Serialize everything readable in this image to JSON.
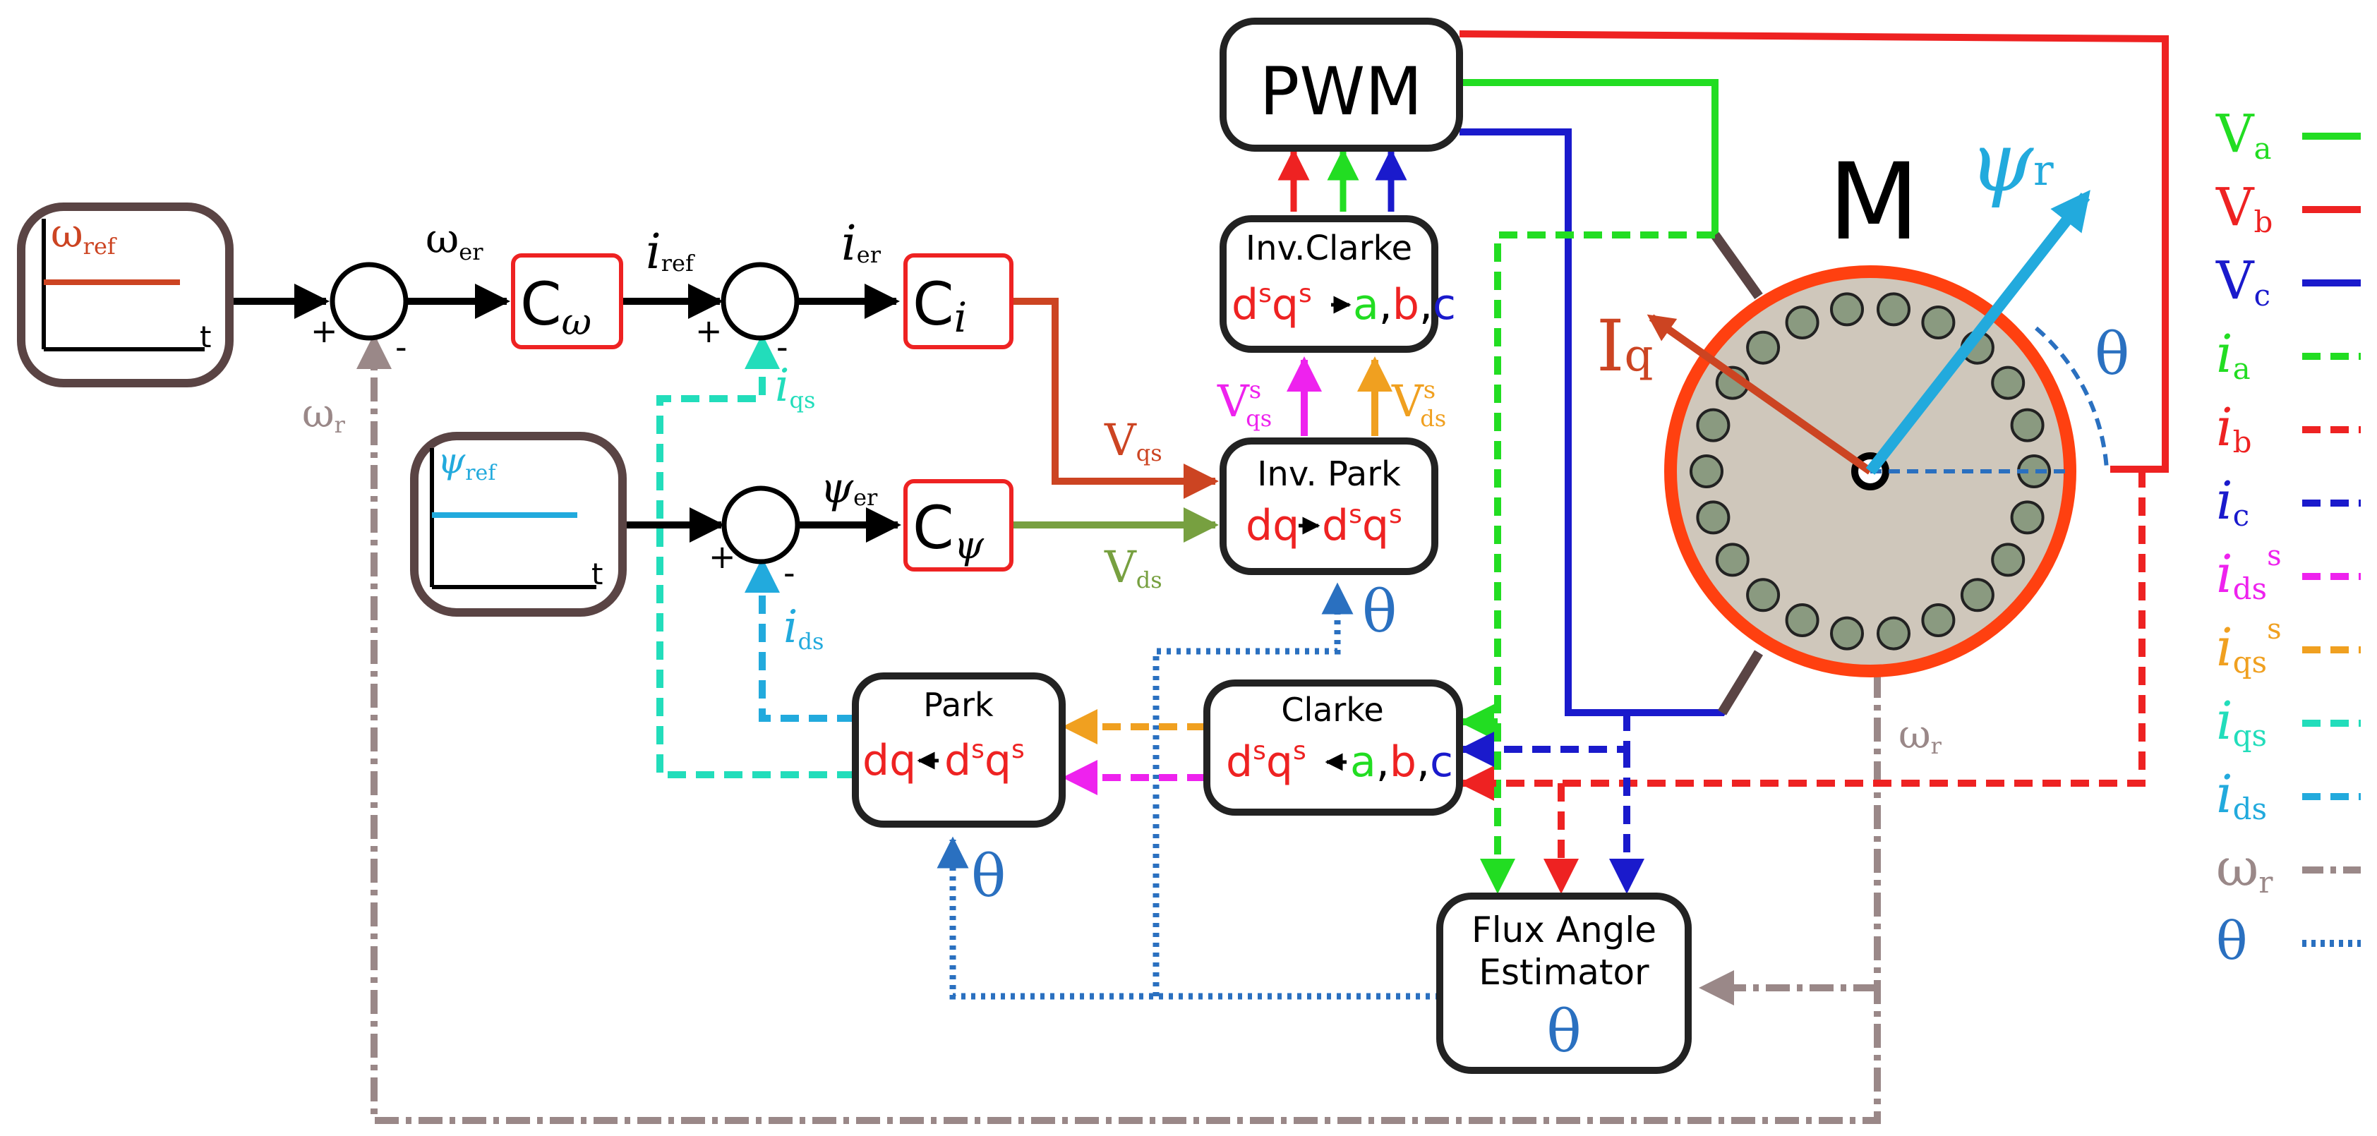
{
  "sources": {
    "omega_ref": {
      "sym": "ω",
      "sub": "ref",
      "axis": "t"
    },
    "psi_ref": {
      "sym": "ψ",
      "sub": "ref",
      "axis": "t"
    }
  },
  "blocks": {
    "c_omega": {
      "main": "C",
      "sub": "ω"
    },
    "c_i": {
      "main": "C",
      "sub": "i"
    },
    "c_psi": {
      "main": "C",
      "sub": "ψ"
    },
    "pwm": {
      "title": "PWM"
    },
    "inv_clarke": {
      "title": "Inv.Clarke",
      "ds": "d",
      "qs": "q",
      "sup": "s",
      "a": "a",
      "b": "b",
      "c": "c",
      "comma": ","
    },
    "inv_park": {
      "title": "Inv. Park",
      "dq": "dq",
      "ds": "d",
      "qs": "q",
      "sup": "s"
    },
    "park": {
      "title": "Park",
      "dq": "dq",
      "ds": "d",
      "qs": "q",
      "sup": "s"
    },
    "clarke": {
      "title": "Clarke",
      "ds": "d",
      "qs": "q",
      "sup": "s",
      "a": "a",
      "b": "b",
      "c": "c",
      "comma": ","
    },
    "estimator": {
      "line1": "Flux Angle",
      "line2": "Estimator",
      "theta": "θ"
    }
  },
  "signals": {
    "omega_er": {
      "sym": "ω",
      "sub": "er"
    },
    "i_ref": {
      "sym": "i",
      "sub": "ref"
    },
    "i_er": {
      "sym": "i",
      "sub": "er"
    },
    "psi_er": {
      "sym": "ψ",
      "sub": "er"
    },
    "omega_r": {
      "sym": "ω",
      "sub": "r"
    },
    "i_qs": {
      "sym": "i",
      "sub": "qs"
    },
    "i_ds": {
      "sym": "i",
      "sub": "ds"
    },
    "v_qs": {
      "sym": "V",
      "sub": "qs"
    },
    "v_ds": {
      "sym": "V",
      "sub": "ds"
    },
    "v_qs_s": {
      "sym": "V",
      "sub": "qs",
      "sup": "s"
    },
    "v_ds_s": {
      "sym": "V",
      "sub": "ds",
      "sup": "s"
    },
    "theta": "θ",
    "plus": "+",
    "minus": "-"
  },
  "motor": {
    "label": "M",
    "iq": {
      "sym": "I",
      "sub": "q"
    },
    "psi_r": {
      "sym": "ψ",
      "sub": "r"
    },
    "theta": "θ",
    "omega_r": {
      "sym": "ω",
      "sub": "r"
    }
  },
  "legend": [
    {
      "sym": "V",
      "sub": "a",
      "sup": "",
      "color": "#22dd22",
      "style": "solid"
    },
    {
      "sym": "V",
      "sub": "b",
      "sup": "",
      "color": "#ee2222",
      "style": "solid"
    },
    {
      "sym": "V",
      "sub": "c",
      "sup": "",
      "color": "#1a1acc",
      "style": "solid"
    },
    {
      "sym": "i",
      "sub": "a",
      "sup": "",
      "color": "#22dd22",
      "style": "dashed"
    },
    {
      "sym": "i",
      "sub": "b",
      "sup": "",
      "color": "#ee2222",
      "style": "dashed"
    },
    {
      "sym": "i",
      "sub": "c",
      "sup": "",
      "color": "#1a1acc",
      "style": "dashed"
    },
    {
      "sym": "i",
      "sub": "ds",
      "sup": "s",
      "color": "#ee22ee",
      "style": "dashed"
    },
    {
      "sym": "i",
      "sub": "qs",
      "sup": "s",
      "color": "#f0a020",
      "style": "dashed"
    },
    {
      "sym": "i",
      "sub": "qs",
      "sup": "",
      "color": "#22ddbb",
      "style": "dashed"
    },
    {
      "sym": "i",
      "sub": "ds",
      "sup": "",
      "color": "#22aadd",
      "style": "dashed"
    },
    {
      "sym": "ω",
      "sub": "r",
      "sup": "",
      "color": "#9a8888",
      "style": "dashdot"
    },
    {
      "sym": "θ",
      "sub": "",
      "sup": "",
      "color": "#2a70c0",
      "style": "dotted"
    }
  ],
  "colors": {
    "red": "#ee2222",
    "green": "#22dd22",
    "blue": "#1a1acc",
    "orange": "#f0a020",
    "magenta": "#ee22ee",
    "cyan": "#22ddbb",
    "skyblue": "#22aadd",
    "gray": "#9a8888",
    "theta": "#2a70c0",
    "brownred": "#cc4422",
    "olive": "#77a040",
    "motor_ring": "#ff4010",
    "motor_fill": "#cfc7bb",
    "slot_fill": "#8a9a80",
    "source_border": "#5a4444"
  }
}
